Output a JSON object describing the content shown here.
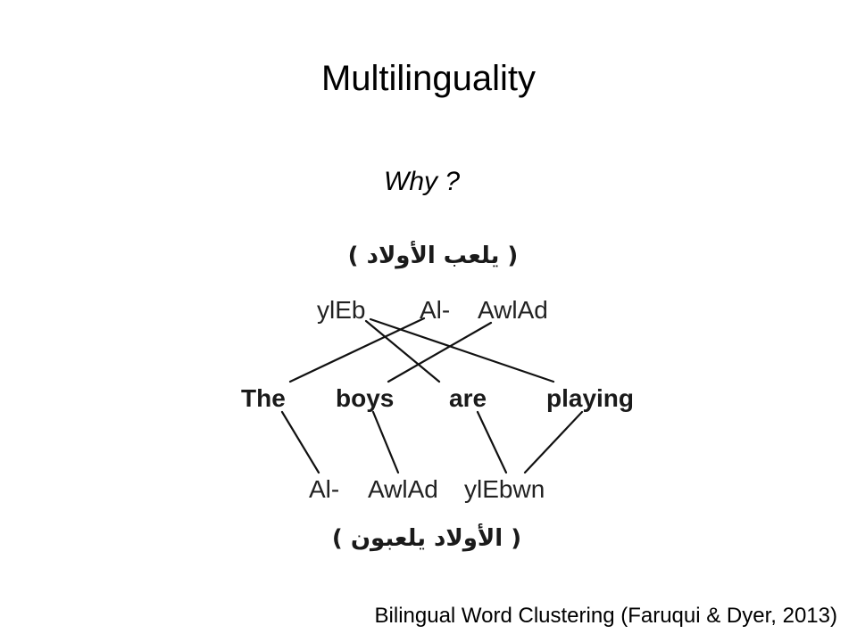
{
  "slide": {
    "title": "Multilinguality",
    "subtitle": "Why ?",
    "citation": "Bilingual Word Clustering (Faruqui & Dyer, 2013)"
  },
  "diagram": {
    "arabic_top": "( يلعب الأولاد )",
    "top_row": [
      "ylEb",
      "Al-",
      "AwlAd"
    ],
    "english_row": [
      "The",
      "boys",
      "are",
      "playing"
    ],
    "bottom_row": [
      "Al-",
      "AwlAd",
      "ylEbwn"
    ],
    "arabic_bottom": "( الأولاد يلعبون )",
    "alignments_top": [
      {
        "from": "ylEb",
        "to": "are"
      },
      {
        "from": "ylEb",
        "to": "playing"
      },
      {
        "from": "Al-",
        "to": "The"
      },
      {
        "from": "AwlAd",
        "to": "boys"
      }
    ],
    "alignments_bottom": [
      {
        "from": "The",
        "to": "Al-"
      },
      {
        "from": "boys",
        "to": "AwlAd"
      },
      {
        "from": "are",
        "to": "ylEbwn"
      },
      {
        "from": "playing",
        "to": "ylEbwn"
      }
    ]
  }
}
